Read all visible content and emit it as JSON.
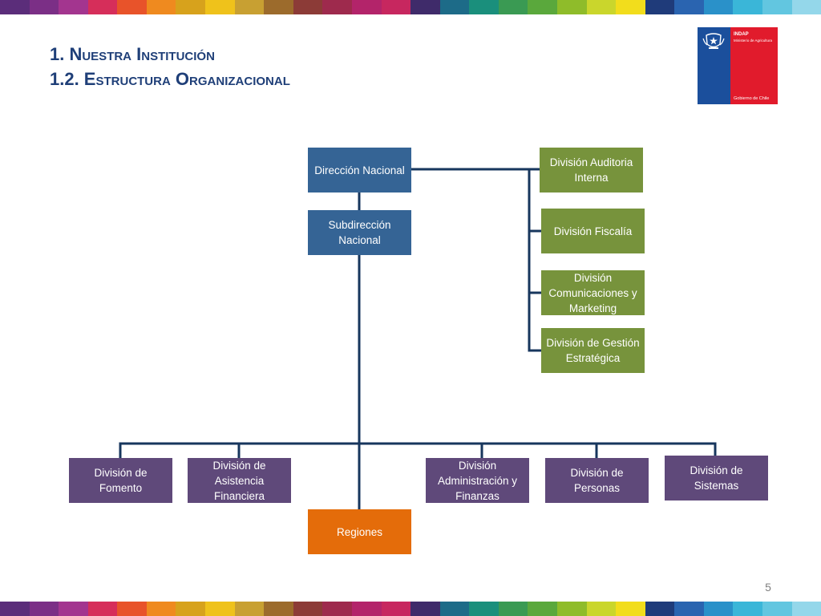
{
  "title": {
    "line1": "1. Nuestra Institución",
    "line2": "1.2. Estructura Organizacional"
  },
  "logo": {
    "brand": "INDAP",
    "ministry": "Ministerio de Agricultura",
    "government": "Gobierno de Chile"
  },
  "colors": {
    "blue_box": "#356495",
    "green_box": "#77933c",
    "purple_box": "#5f497a",
    "orange_box": "#e46c0a",
    "connector": "#17365d",
    "title": "#1f3f78"
  },
  "org_chart": {
    "nodes": {
      "direccion": "Dirección Nacional",
      "subdireccion": "Subdirección Nacional",
      "auditoria": "División Auditoria Interna",
      "fiscalia": "División Fiscalía",
      "comunicaciones": "División Comunicaciones y Marketing",
      "gestion": "División de Gestión Estratégica",
      "fomento": "División de Fomento",
      "asistencia": "División de Asistencia Financiera",
      "administracion": "División Administración y Finanzas",
      "personas": "División de Personas",
      "sistemas": "División de Sistemas",
      "regiones": "Regiones"
    }
  },
  "page_number": "5"
}
